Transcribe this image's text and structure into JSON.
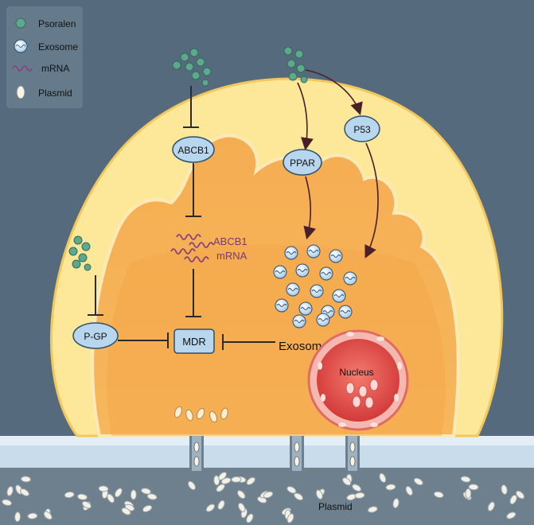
{
  "legend": {
    "psoralen": "Psoralen",
    "exosome": "Exosome",
    "mrna": "mRNA",
    "plasmid": "Plasmid"
  },
  "nodes": {
    "abcb1": "ABCB1",
    "abcb1_mrna_line1": "ABCB1",
    "abcb1_mrna_line2": "mRNA",
    "ppar": "PPAR",
    "p53": "P53",
    "pgp": "P-GP",
    "mdr": "MDR",
    "exosome": "Exosome",
    "nucleus": "Nucleus",
    "plasmid": "Plasmid"
  },
  "colors": {
    "background": "#556b7d",
    "membrane": "#fde89a",
    "cytoplasm": "#f7b95c",
    "cytoplasm_inner": "#f5a94a",
    "node_fill": "#b8d6ee",
    "node_stroke": "#2d4f6e",
    "psoralen": "#5fa88e",
    "mrna": "#8a3f7a",
    "nucleus": "#e8544f",
    "arrow": "#4a1f2a",
    "inhibit": "#2b2b2b"
  }
}
